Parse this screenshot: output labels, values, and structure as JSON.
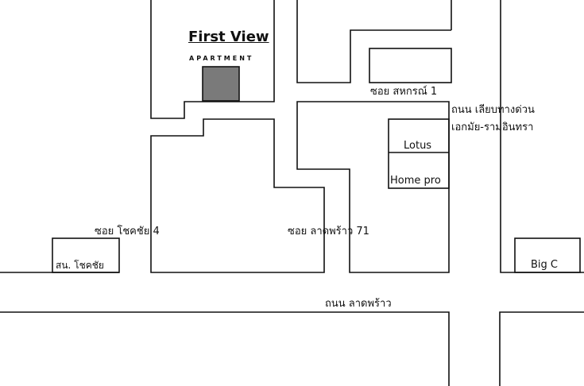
{
  "colors": {
    "background": "#ffffff",
    "line": "#111111",
    "building": "#7a7a7a"
  },
  "landmark": {
    "title": "First View",
    "subtitle": "APARTMENT"
  },
  "labels": {
    "soi_sahakorn": "ซอย สหกรณ์ 1",
    "expressway_line1": "ถนน เลียบทางด่วน",
    "expressway_line2": "เอกมัย-รามอินทรา",
    "lotus": "Lotus",
    "home_pro": "Home pro",
    "soi_chokchai": "ซอย โชคชัย 4",
    "soi_ladprao": "ซอย ลาดพร้าว 71",
    "police_station": "สน. โชคชัย",
    "big_c": "Big C",
    "ladprao_road": "ถนน ลาดพร้าว"
  }
}
